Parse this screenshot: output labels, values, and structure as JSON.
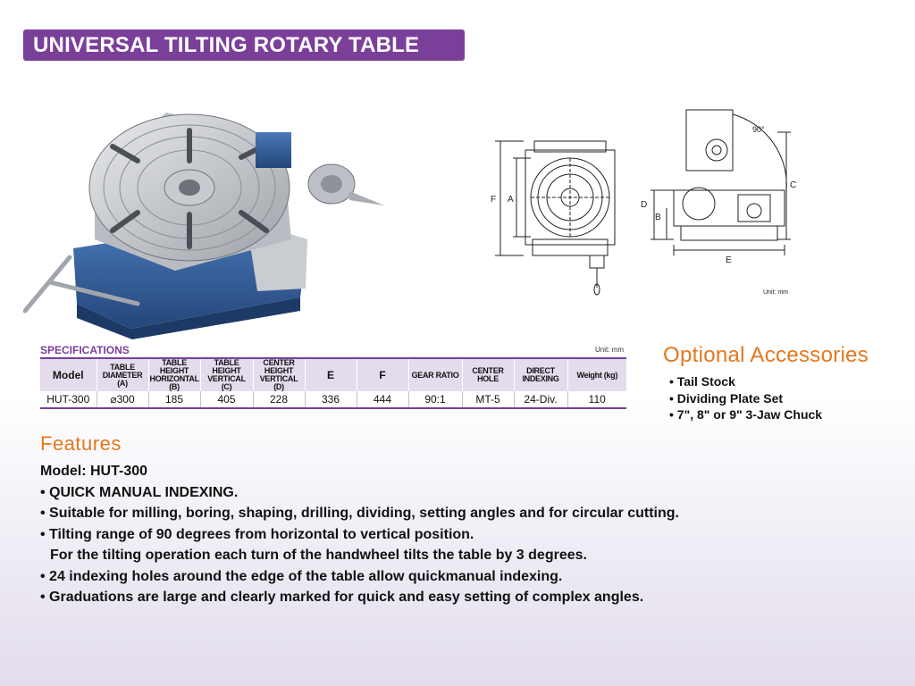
{
  "header": {
    "title": "UNIVERSAL TILTING ROTARY TABLE"
  },
  "drawing": {
    "angle_label": "90°",
    "dim_labels": {
      "A": "A",
      "B": "B",
      "C": "C",
      "D": "D",
      "E": "E",
      "F": "F"
    },
    "unit": "Unit: mm"
  },
  "specifications": {
    "heading": "SPECIFICATIONS",
    "unit": "Unit: mm",
    "columns": [
      [
        "Model"
      ],
      [
        "TABLE",
        "DIAMETER",
        "(A)"
      ],
      [
        "TABLE HEIGHT",
        "HORIZONTAL",
        "(B)"
      ],
      [
        "TABLE HEIGHT",
        "VERTICAL",
        "(C)"
      ],
      [
        "CENTER HEIGHT",
        "VERTICAL",
        "(D)"
      ],
      [
        "E"
      ],
      [
        "F"
      ],
      [
        "GEAR RATIO"
      ],
      [
        "CENTER HOLE"
      ],
      [
        "DIRECT",
        "INDEXING"
      ],
      [
        "Weight (kg)"
      ]
    ],
    "row": [
      "HUT-300",
      "⌀300",
      "185",
      "405",
      "228",
      "336",
      "444",
      "90:1",
      "MT-5",
      "24-Div.",
      "110"
    ]
  },
  "accessories": {
    "title": "Optional Accessories",
    "items": [
      "• Tail Stock",
      "• Dividing Plate Set",
      "• 7\", 8\" or 9\" 3-Jaw Chuck"
    ]
  },
  "features": {
    "title": "Features",
    "model": "Model: HUT-300",
    "items": [
      "• QUICK MANUAL INDEXING.",
      "• Suitable for milling, boring, shaping, drilling, dividing, setting angles and for circular cutting.",
      "• Tilting range of 90 degrees from horizontal to vertical position.",
      "For the tilting operation each turn of the handwheel tilts the table by 3 degrees.",
      "• 24 indexing holes around the edge of the table allow quickmanual indexing.",
      "• Graduations are large and clearly marked for quick and easy setting of complex angles."
    ]
  },
  "colors": {
    "accent_purple": "#7a3f98",
    "accent_orange": "#e3781c",
    "machine_blue": "#2f5f9e"
  }
}
